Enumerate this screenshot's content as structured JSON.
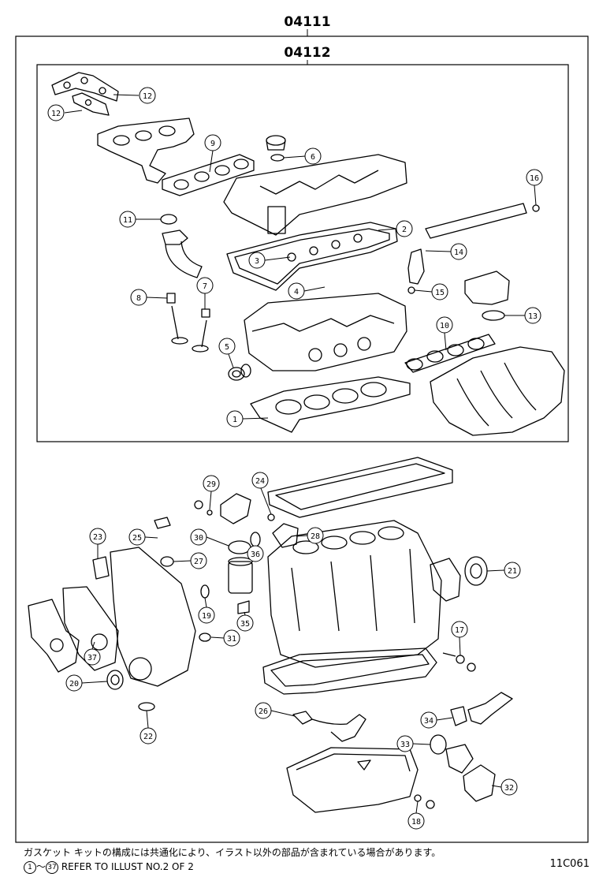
{
  "assembly": {
    "outer_kit_code": "04111",
    "inner_kit_code": "04112"
  },
  "callouts": [
    {
      "id": "c12a",
      "label": "12"
    },
    {
      "id": "c12b",
      "label": "12"
    },
    {
      "id": "c9",
      "label": "9"
    },
    {
      "id": "c6",
      "label": "6"
    },
    {
      "id": "c16",
      "label": "16"
    },
    {
      "id": "c11",
      "label": "11"
    },
    {
      "id": "c2",
      "label": "2"
    },
    {
      "id": "c14",
      "label": "14"
    },
    {
      "id": "c3",
      "label": "3"
    },
    {
      "id": "c4",
      "label": "4"
    },
    {
      "id": "c15",
      "label": "15"
    },
    {
      "id": "c8",
      "label": "8"
    },
    {
      "id": "c7",
      "label": "7"
    },
    {
      "id": "c13",
      "label": "13"
    },
    {
      "id": "c10",
      "label": "10"
    },
    {
      "id": "c5",
      "label": "5"
    },
    {
      "id": "c1",
      "label": "1"
    },
    {
      "id": "c29",
      "label": "29"
    },
    {
      "id": "c24",
      "label": "24"
    },
    {
      "id": "c23",
      "label": "23"
    },
    {
      "id": "c25",
      "label": "25"
    },
    {
      "id": "c30",
      "label": "30"
    },
    {
      "id": "c28",
      "label": "28"
    },
    {
      "id": "c27",
      "label": "27"
    },
    {
      "id": "c36",
      "label": "36"
    },
    {
      "id": "c21",
      "label": "21"
    },
    {
      "id": "c19",
      "label": "19"
    },
    {
      "id": "c35",
      "label": "35"
    },
    {
      "id": "c17",
      "label": "17"
    },
    {
      "id": "c31",
      "label": "31"
    },
    {
      "id": "c37",
      "label": "37"
    },
    {
      "id": "c20",
      "label": "20"
    },
    {
      "id": "c26",
      "label": "26"
    },
    {
      "id": "c34",
      "label": "34"
    },
    {
      "id": "c22",
      "label": "22"
    },
    {
      "id": "c33",
      "label": "33"
    },
    {
      "id": "c32",
      "label": "32"
    },
    {
      "id": "c18",
      "label": "18"
    }
  ],
  "footer": {
    "note_jp": "ガスケット キットの構成には共通化により、イラスト以外の部品が含まれている場合があります。",
    "ref_start": "1",
    "ref_tilde": "～",
    "ref_end": "37",
    "ref_text": "REFER TO ILLUST NO.2 OF 2",
    "drawing_code": "11C061"
  }
}
